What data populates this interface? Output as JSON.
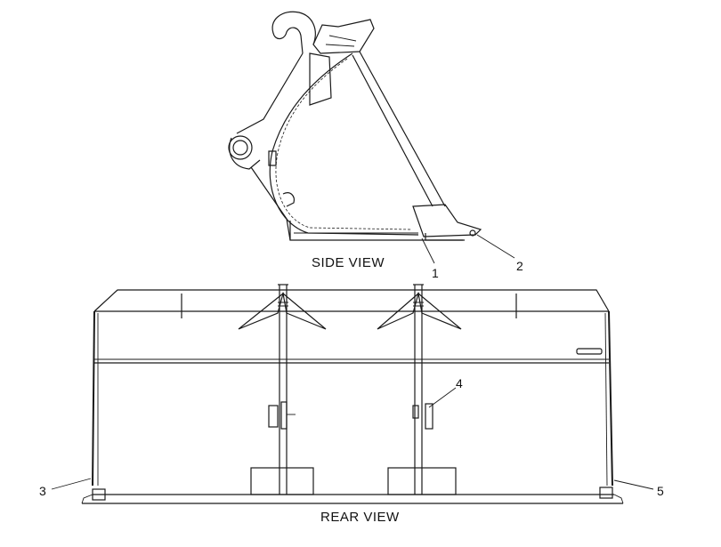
{
  "figure": {
    "side_view_label": "SIDE VIEW",
    "rear_view_label": "REAR VIEW"
  },
  "callouts": [
    "1",
    "2",
    "3",
    "4",
    "5"
  ],
  "colors": {
    "line": "#1a1a1a",
    "background": "#ffffff"
  }
}
